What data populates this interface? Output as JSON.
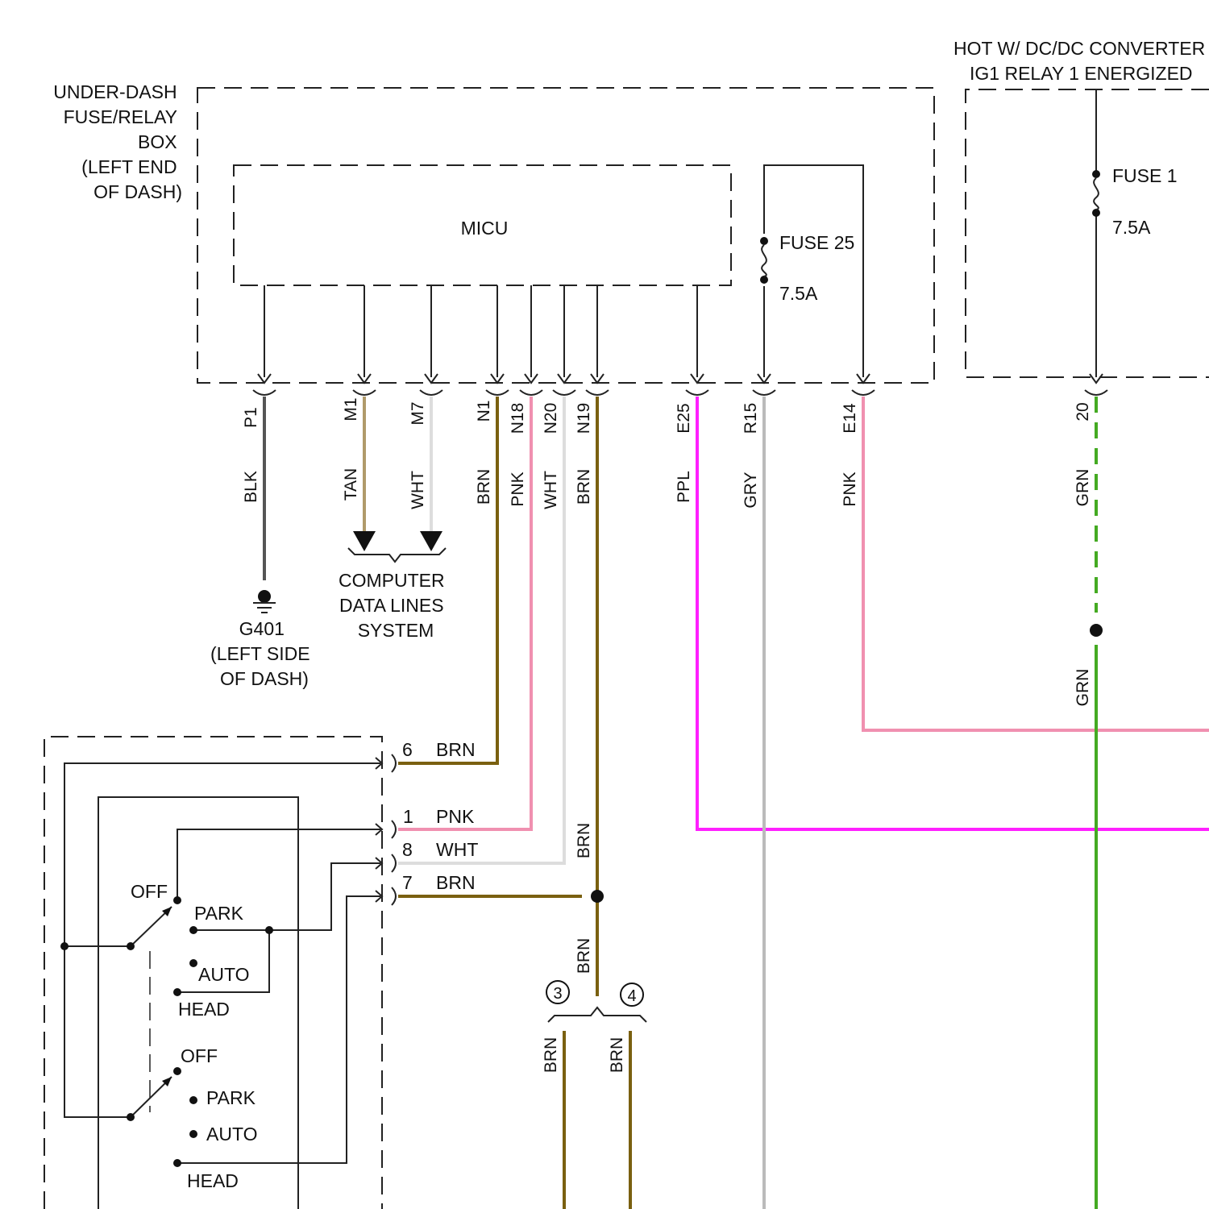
{
  "fuse_box": {
    "label_lines": [
      "UNDER-DASH",
      "FUSE/RELAY",
      "BOX",
      "(LEFT END",
      "OF DASH)"
    ],
    "micu_label": "MICU",
    "fuse25": {
      "name": "FUSE 25",
      "rating": "7.5A"
    }
  },
  "hot_source": {
    "label_lines": [
      "HOT W/ DC/DC CONVERTER",
      "IG1 RELAY 1 ENERGIZED"
    ],
    "fuse1": {
      "name": "FUSE 1",
      "rating": "7.5A"
    }
  },
  "connectors": [
    {
      "pin": "P1",
      "wire": "BLK",
      "color": "#555555"
    },
    {
      "pin": "M1",
      "wire": "TAN",
      "color": "#b09a6a"
    },
    {
      "pin": "M7",
      "wire": "WHT",
      "color": "#dddddd"
    },
    {
      "pin": "N1",
      "wire": "BRN",
      "color": "#7a6010"
    },
    {
      "pin": "N18",
      "wire": "PNK",
      "color": "#f090b0"
    },
    {
      "pin": "N20",
      "wire": "WHT",
      "color": "#dddddd"
    },
    {
      "pin": "N19",
      "wire": "BRN",
      "color": "#7a6010"
    },
    {
      "pin": "E25",
      "wire": "PPL",
      "color": "#ff20ff"
    },
    {
      "pin": "R15",
      "wire": "GRY",
      "color": "#bbbbbb"
    },
    {
      "pin": "E14",
      "wire": "PNK",
      "color": "#f090b0"
    },
    {
      "pin": "20",
      "wire": "GRN",
      "color": "#44aa22"
    }
  ],
  "ground": {
    "label_lines": [
      "G401",
      "(LEFT SIDE",
      "OF DASH)"
    ]
  },
  "data_lines": {
    "label_lines": [
      "COMPUTER",
      "DATA LINES",
      "SYSTEM"
    ]
  },
  "green_lower_wire": "GRN",
  "switch_pins": [
    {
      "num": "6",
      "wire": "BRN"
    },
    {
      "num": "1",
      "wire": "PNK"
    },
    {
      "num": "8",
      "wire": "WHT"
    },
    {
      "num": "7",
      "wire": "BRN"
    }
  ],
  "n19_branch_labels": [
    "BRN",
    "BRN"
  ],
  "split": {
    "left_ref": "3",
    "right_ref": "4",
    "left_wire": "BRN",
    "right_wire": "BRN"
  },
  "switch1_positions": [
    "OFF",
    "PARK",
    "AUTO",
    "HEAD"
  ],
  "switch2_positions": [
    "OFF",
    "PARK",
    "AUTO",
    "HEAD"
  ]
}
